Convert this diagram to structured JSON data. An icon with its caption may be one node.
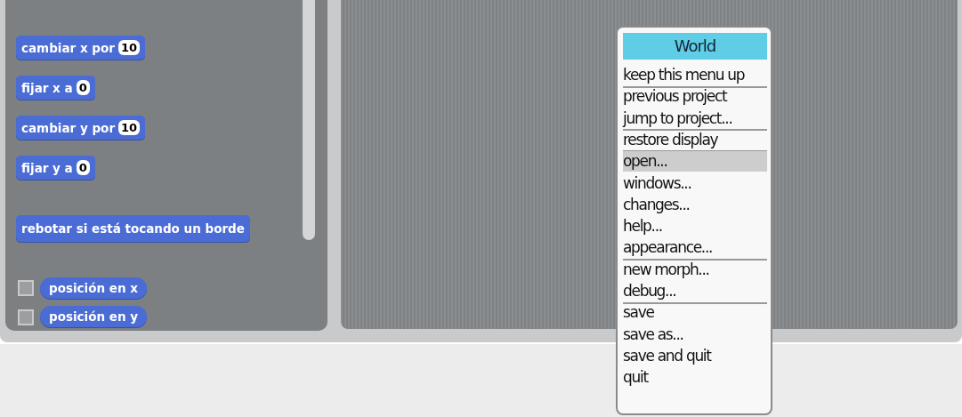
{
  "diagram": {
    "nodes": [
      {
        "text": [
          "cambiar x por",
          "10"
        ]
      },
      {
        "text": [
          "fijar x a",
          "0"
        ]
      },
      {
        "text": [
          "cambiar y por",
          "10"
        ]
      },
      {
        "text": [
          "fijar y a",
          "0"
        ]
      },
      {
        "text": [
          "rebotar si está tocando un borde"
        ]
      },
      {
        "text": [
          "posición en x"
        ]
      },
      {
        "text": [
          "posición en y"
        ]
      },
      {
        "text": [
          "World",
          "keep this menu up",
          "previous project",
          "jump to project...",
          "restore display",
          "open...",
          "windows...",
          "changes...",
          "help...",
          "appearance...",
          "new morph...",
          "debug...",
          "save",
          "save as...",
          "save and quit",
          "quit"
        ]
      }
    ],
    "edges": []
  }
}
